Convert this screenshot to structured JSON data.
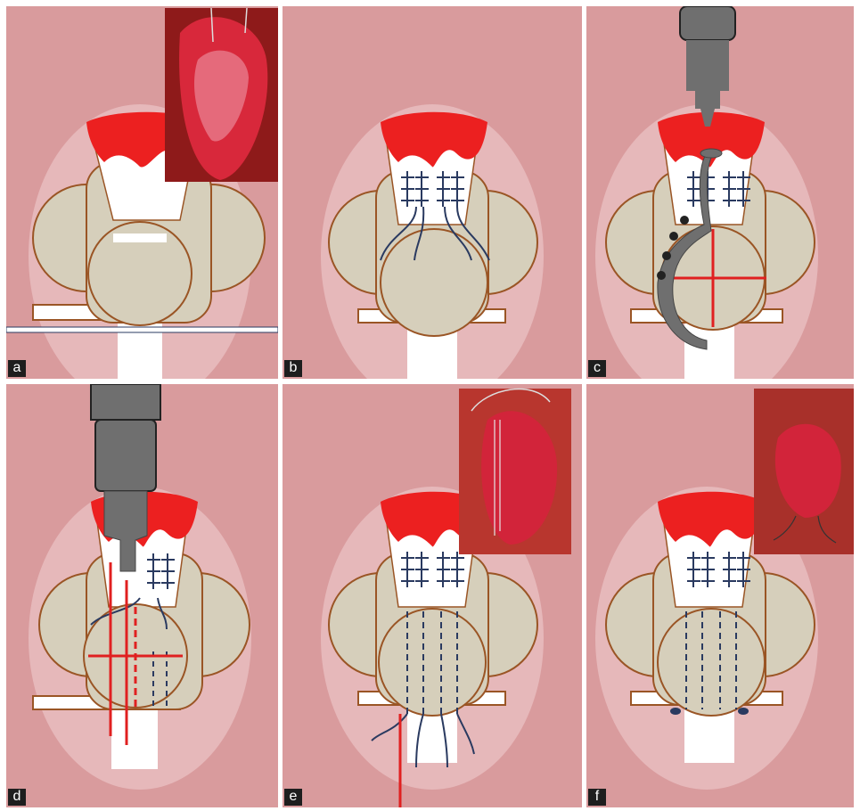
{
  "figure": {
    "panels": [
      {
        "label": "a",
        "stage": "exposure",
        "photo_inset": true
      },
      {
        "label": "b",
        "stage": "sutures-placed",
        "photo_inset": false
      },
      {
        "label": "c",
        "stage": "tunnel-instrument",
        "photo_inset": false
      },
      {
        "label": "d",
        "stage": "dilation",
        "photo_inset": false
      },
      {
        "label": "e",
        "stage": "graft-passage",
        "photo_inset": true
      },
      {
        "label": "f",
        "stage": "fixation",
        "photo_inset": true
      }
    ]
  },
  "colors": {
    "background": "#d99b9d",
    "halo": "#e6b8ba",
    "bone": "#d6cfbb",
    "bone_outline": "#9a5525",
    "tendon_red": "#ec2020",
    "suture": "#2a3a60",
    "guide_line": "#e02020",
    "instrument": "#6f6f6f",
    "label_bg": "#1e1e1e",
    "label_text": "#ffffff"
  }
}
